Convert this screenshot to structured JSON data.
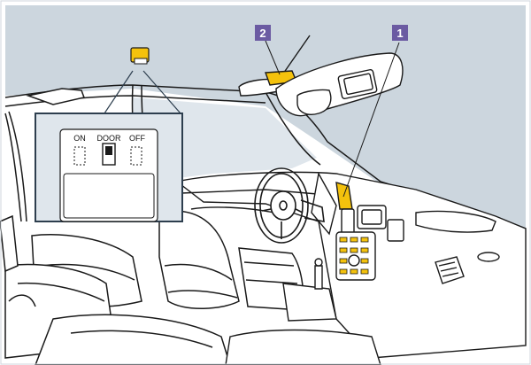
{
  "callouts": [
    {
      "label": "1"
    },
    {
      "label": "2"
    }
  ],
  "switch_panel": {
    "labels": [
      "ON",
      "DOOR",
      "OFF"
    ]
  },
  "colors": {
    "background": "#ffffff",
    "window_shade": "#ccd6de",
    "inset_fill": "#dfe6ec",
    "inset_border": "#2d3e4e",
    "badge_fill": "#6b5ba2",
    "lamp_highlight": "#f4c20d",
    "line": "#1a1a1a"
  }
}
